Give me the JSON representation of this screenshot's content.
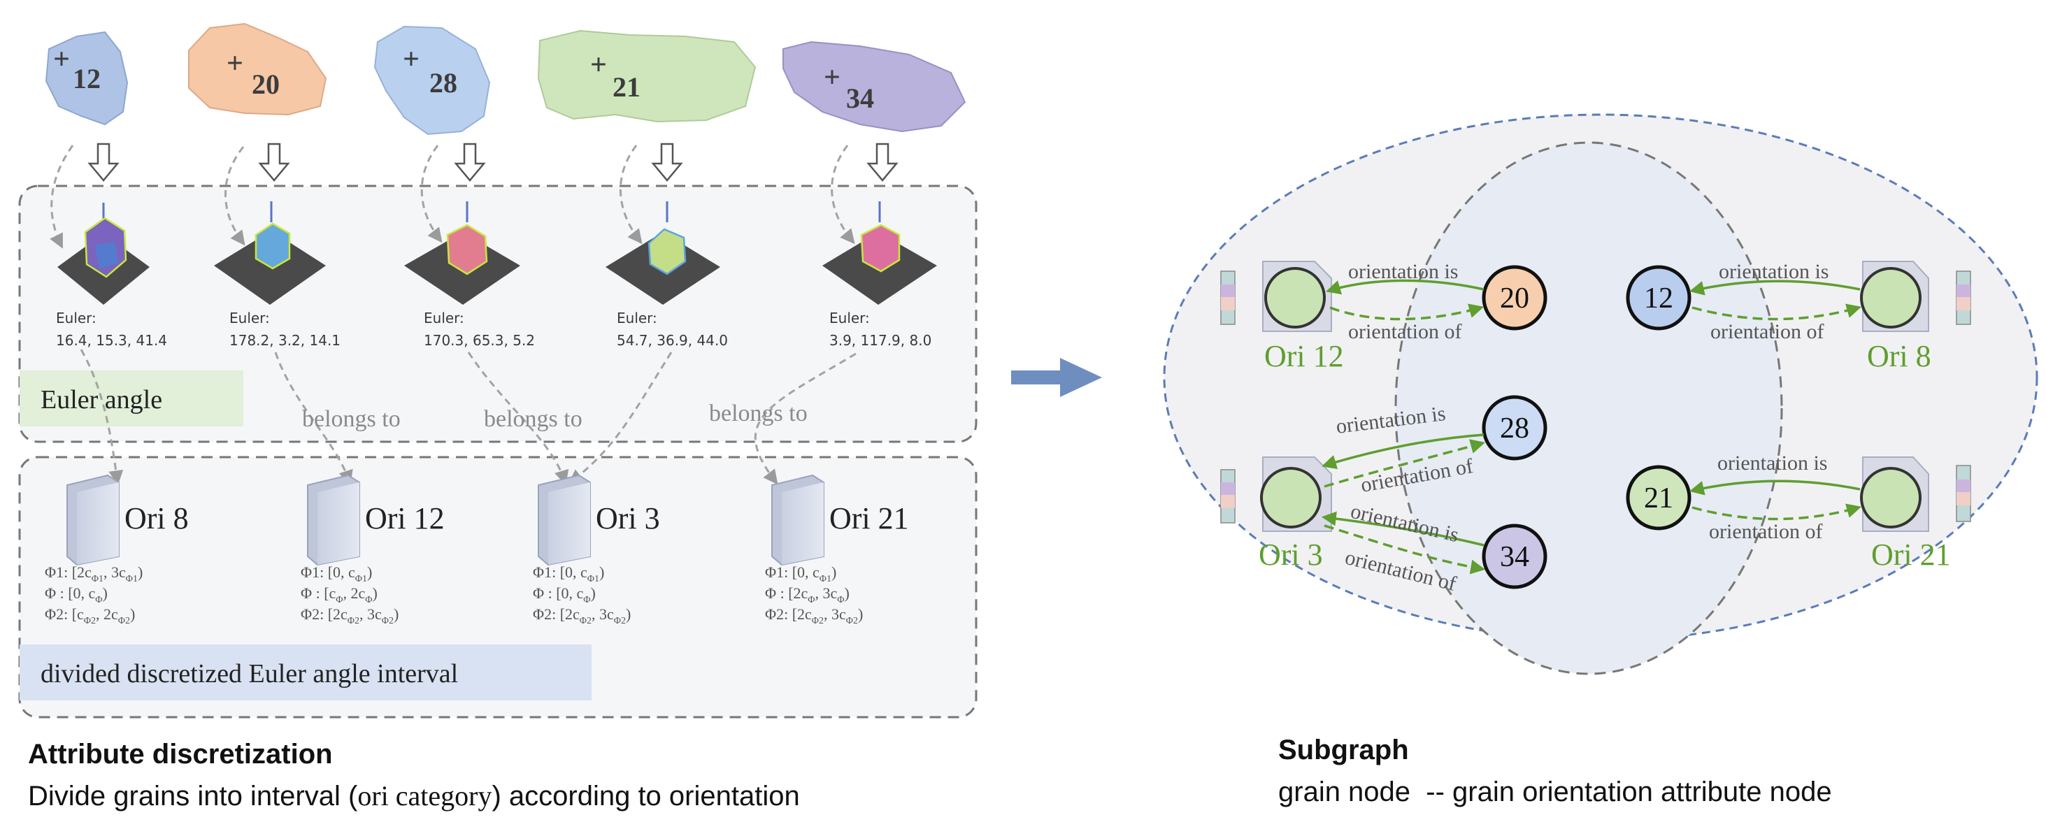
{
  "grains": [
    {
      "label": "12",
      "color": "#aec3e6",
      "plus": "+"
    },
    {
      "label": "20",
      "color": "#f6c8a6",
      "plus": "+"
    },
    {
      "label": "28",
      "color": "#b9d0ee",
      "plus": "+"
    },
    {
      "label": "21",
      "color": "#cfe6bd",
      "plus": "+"
    },
    {
      "label": "34",
      "color": "#b8b2dc",
      "plus": "+"
    }
  ],
  "euler_blocks": [
    {
      "title": "Euler:",
      "values": "16.4, 15.3, 41.4"
    },
    {
      "title": "Euler:",
      "values": "178.2, 3.2, 14.1"
    },
    {
      "title": "Euler:",
      "values": "170.3, 65.3, 5.2"
    },
    {
      "title": "Euler:",
      "values": "54.7, 36.9, 44.0"
    },
    {
      "title": "Euler:",
      "values": "3.9, 117.9, 8.0"
    }
  ],
  "euler_angle_label": "Euler angle",
  "belongs_to": [
    "belongs to",
    "belongs to",
    "belongs to"
  ],
  "ori_bins": [
    {
      "name": "Ori 8",
      "phi1": "Φ1: [2c",
      "phi1_sub": "Φ1",
      "phi1_end": ", 3c",
      "phi1_sub2": "Φ1",
      "phi1_close": ")",
      "phi": "Φ  : [0, c",
      "phi_sub": "Φ",
      "phi_close": ")",
      "phi2": "Φ2: [c",
      "phi2_sub": "Φ2",
      "phi2_end": ", 2c",
      "phi2_sub2": "Φ2",
      "phi2_close": ")"
    },
    {
      "name": "Ori 12",
      "phi1": "Φ1: [0, c",
      "phi1_sub": "Φ1",
      "phi1_end": "",
      "phi1_sub2": "",
      "phi1_close": ")",
      "phi": "Φ  : [c",
      "phi_sub": "Φ",
      "phi_mid": ", 2c",
      "phi_sub2": "Φ",
      "phi_close2": ")",
      "phi2": "Φ2: [2c",
      "phi2_sub": "Φ2",
      "phi2_end": ", 3c",
      "phi2_sub2": "Φ2",
      "phi2_close": ")"
    },
    {
      "name": "Ori 3",
      "phi1": "Φ1: [0, c",
      "phi1_sub": "Φ1",
      "phi1_end": "",
      "phi1_sub2": "",
      "phi1_close": ")",
      "phi": "Φ  : [0, c",
      "phi_sub": "Φ",
      "phi_close": ")",
      "phi2": "Φ2: [2c",
      "phi2_sub": "Φ2",
      "phi2_end": ", 3c",
      "phi2_sub2": "Φ2",
      "phi2_close": ")"
    },
    {
      "name": "Ori 21",
      "phi1": "Φ1: [0, c",
      "phi1_sub": "Φ1",
      "phi1_end": "",
      "phi1_sub2": "",
      "phi1_close": ")",
      "phi": "Φ  : [2c",
      "phi_sub": "Φ",
      "phi_mid": ", 3c",
      "phi_sub2": "Φ",
      "phi_close2": ")",
      "phi2": "Φ2: [2c",
      "phi2_sub": "Φ2",
      "phi2_end": ", 3c",
      "phi2_sub2": "Φ2",
      "phi2_close": ")"
    }
  ],
  "interval_label": "divided discretized Euler angle interval",
  "left_caption": {
    "title": "Attribute discretization",
    "body_a": "Divide grains into interval (",
    "body_b": "ori category",
    "body_c": ") according to orientation"
  },
  "subgraph": {
    "ori_nodes": [
      "Ori 12",
      "Ori  8",
      "Ori 3",
      "Ori 21"
    ],
    "grain_nodes": [
      {
        "label": "20",
        "color": "#f7cfae"
      },
      {
        "label": "12",
        "color": "#b9cdee"
      },
      {
        "label": "28",
        "color": "#cbdcf4"
      },
      {
        "label": "34",
        "color": "#cbc6e6"
      },
      {
        "label": "21",
        "color": "#cfe6bd"
      }
    ],
    "edge_is": "orientation is",
    "edge_of": "orientation of"
  },
  "right_caption": {
    "title": "Subgraph",
    "body": "grain node  -- grain orientation attribute node"
  },
  "colors": {
    "edge_green": "#5f9e2f",
    "ori_text": "#5f9e2f",
    "ori_node": "#c9e3b4",
    "box_dash": "#777777",
    "ellipse_dash": "#5b7cb6",
    "euler_label_bg": "#e2efd9",
    "interval_label_bg": "#d9e2f3",
    "arrow": "#6f8ec0"
  }
}
